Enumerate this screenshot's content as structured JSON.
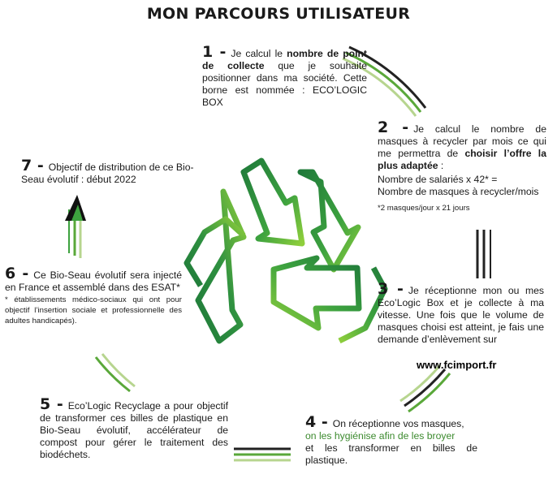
{
  "title": "MON PARCOURS UTILISATEUR",
  "steps": {
    "s1": {
      "num": "1 -",
      "t1": "Je calcul le ",
      "b1": "nombre de point de collecte",
      "t2": " que je souhaite positionner dans ma société. Cette borne est nommée : ECO’LOGIC BOX"
    },
    "s2": {
      "num": "2 -",
      "t1": "Je calcul le nombre de masques à recycler par mois ce qui me permettra de ",
      "b1": "choisir l’offre la plus adaptée",
      "t2": " :",
      "formula_a": "Nombre de salariés x 42* =",
      "formula_b": "Nombre de masques à recycler/mois",
      "note": "*2 masques/jour x 21 jours"
    },
    "s3": {
      "num": "3 -",
      "text": "Je réceptionne mon ou mes Eco’Logic Box et je collecte à ma vitesse. Une fois que le volume de masques choisi est atteint, je fais une demande d’enlèvement sur"
    },
    "s4": {
      "num": "4 -",
      "line1": "On réceptionne vos masques,",
      "line2": "on les hygiénise afin de les broyer",
      "line3": "et les transformer en billes de plastique."
    },
    "s5": {
      "num": "5 -",
      "text": "Eco’Logic Recyclage a pour objectif de transformer ces billes de plastique en Bio-Seau évolutif, accélérateur de compost pour gérer le traitement des biodéchets."
    },
    "s6": {
      "num": "6 -",
      "text": "Ce Bio-Seau évolutif sera injecté en France et assemblé dans des ESAT*",
      "note": "* établissements médico-sociaux qui ont pour objectif l’insertion sociale et professionnelle des adultes handicapés)."
    },
    "s7": {
      "num": "7 -",
      "text": "Objectif de distribution de ce Bio-Seau évolutif : début 2022"
    }
  },
  "website": "www.fcimport.fr",
  "colors": {
    "green_dark": "#1f7a3a",
    "green_mid": "#3da23f",
    "green_light": "#8fcf3c",
    "stripe_dark": "#222222",
    "stripe_green": "#5aa83a",
    "stripe_pale": "#b7d58f"
  },
  "icons": {
    "center": "recycle-icon",
    "arrow": "up-arrow-icon"
  }
}
